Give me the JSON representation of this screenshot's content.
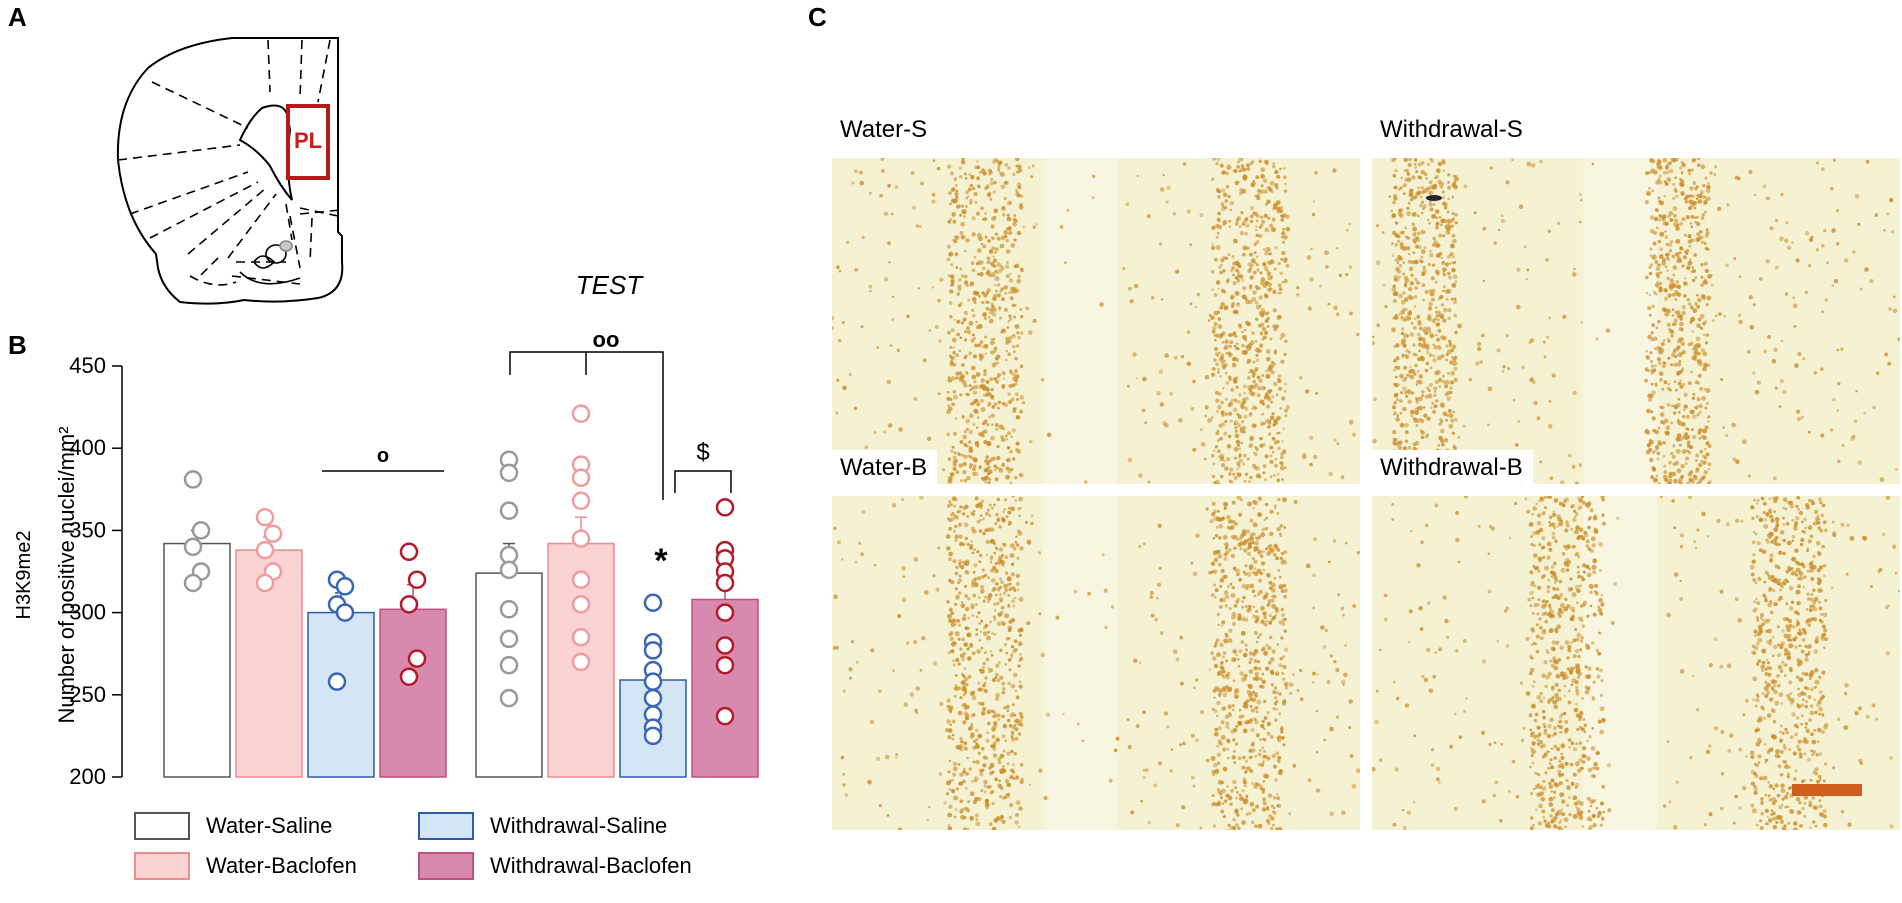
{
  "panels": {
    "a": "A",
    "b": "B",
    "c": "C"
  },
  "brain": {
    "region_label": "PL"
  },
  "colors": {
    "water_saline_fill": "#ffffff",
    "water_saline_edge": "#555555",
    "water_saline_dot": "#999999",
    "water_baclofen_fill": "#fcd3d3",
    "water_baclofen_edge": "#ea8d8d",
    "water_baclofen_dot": "#ef9c9c",
    "withdrawal_saline_fill": "#d4e5f5",
    "withdrawal_saline_edge": "#2f5aa8",
    "withdrawal_saline_dot": "#3a66b5",
    "withdrawal_baclofen_fill": "#d78aae",
    "withdrawal_baclofen_edge": "#c0507e",
    "withdrawal_baclofen_dot": "#b31b2b",
    "pl_box": "#b51a1a",
    "tissue_bg": "#f4f2d2",
    "tissue_cell": "#cc8e2c",
    "scale_bar": "#cf5f1e"
  },
  "chart_data": {
    "type": "bar",
    "ylabel_line1": "H3K9me2",
    "ylabel_line2": "Number of positive nuclei/mm²",
    "ylim": [
      200,
      450
    ],
    "yticks": [
      200,
      250,
      300,
      350,
      400,
      450
    ],
    "groups": [
      {
        "label": "",
        "bars": [
          {
            "series": "Water-Saline",
            "mean": 342,
            "sem": 8,
            "points": [
              381,
              350,
              340,
              325,
              318
            ]
          },
          {
            "series": "Water-Baclofen",
            "mean": 338,
            "sem": 8,
            "points": [
              358,
              348,
              338,
              325,
              318
            ]
          },
          {
            "series": "Withdrawal-Saline",
            "mean": 300,
            "sem": 12,
            "points": [
              320,
              316,
              305,
              300,
              258
            ]
          },
          {
            "series": "Withdrawal-Baclofen",
            "mean": 302,
            "sem": 15,
            "points": [
              337,
              320,
              305,
              272,
              261
            ]
          }
        ]
      },
      {
        "label": "TEST",
        "bars": [
          {
            "series": "Water-Saline",
            "mean": 324,
            "sem": 18,
            "points": [
              393,
              385,
              362,
              335,
              326,
              302,
              284,
              268,
              248
            ]
          },
          {
            "series": "Water-Baclofen",
            "mean": 342,
            "sem": 16,
            "points": [
              421,
              390,
              382,
              368,
              345,
              320,
              305,
              285,
              270
            ]
          },
          {
            "series": "Withdrawal-Saline",
            "mean": 259,
            "sem": 9,
            "points": [
              306,
              282,
              277,
              265,
              258,
              248,
              238,
              230,
              225
            ]
          },
          {
            "series": "Withdrawal-Baclofen",
            "mean": 308,
            "sem": 13,
            "points": [
              364,
              338,
              333,
              325,
              318,
              300,
              280,
              268,
              237
            ]
          }
        ]
      }
    ],
    "annotations": {
      "ring_single": "o",
      "ring_double": "oo",
      "asterisk": "*",
      "dollar": "$"
    }
  },
  "legend": [
    {
      "label": "Water-Saline",
      "key": "water_saline"
    },
    {
      "label": "Withdrawal-Saline",
      "key": "withdrawal_saline"
    },
    {
      "label": "Water-Baclofen",
      "key": "water_baclofen"
    },
    {
      "label": "Withdrawal-Baclofen",
      "key": "withdrawal_baclofen"
    }
  ],
  "micrographs": [
    {
      "label": "Water-S"
    },
    {
      "label": "Withdrawal-S"
    },
    {
      "label": "Water-B"
    },
    {
      "label": "Withdrawal-B"
    }
  ]
}
